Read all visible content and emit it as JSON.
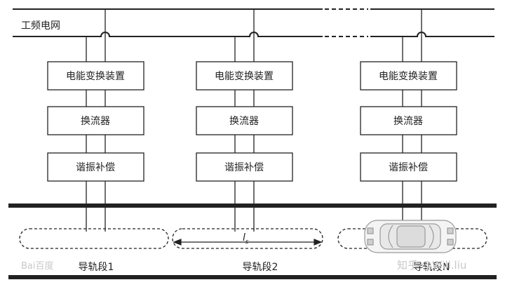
{
  "grid_label": "工频电网",
  "boxes": {
    "converter": "电能变换装置",
    "rectifier": "换流器",
    "resonance": "谐振补偿"
  },
  "rail_labels": [
    "导轨段1",
    "导轨段2",
    "导轨段N"
  ],
  "length_label": "l",
  "length_subscript": "s",
  "watermark_left": "Bai百度",
  "watermark_right": "知乎 @Will.liu",
  "colors": {
    "line": "#222222",
    "watermark": "#c8c8c8",
    "car": "#9a9a9a"
  }
}
